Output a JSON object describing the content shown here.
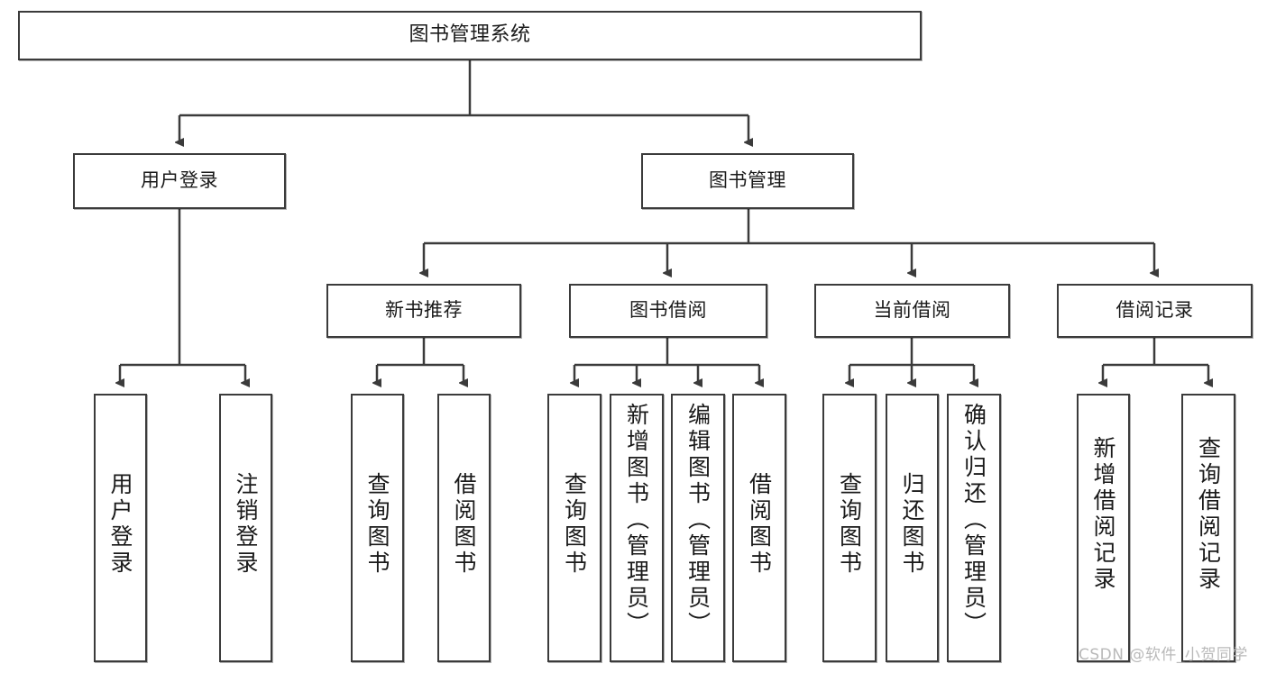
{
  "diagram": {
    "type": "tree-hierarchy-chart",
    "title_node": "图书管理系统",
    "watermark": "CSDN @软件_小贺同学",
    "colors": {
      "box_border": "#3b3b3b",
      "box_fill": "#ffffff",
      "connector": "#3b3b3b",
      "text": "#1a1a1a",
      "watermark": "#b9b9b9"
    },
    "levels": {
      "level1": [
        {
          "id": "root",
          "label": "图书管理系统",
          "orientation": "horizontal"
        }
      ],
      "level2": [
        {
          "id": "user-login",
          "label": "用户登录",
          "orientation": "horizontal"
        },
        {
          "id": "book-manage",
          "label": "图书管理",
          "orientation": "horizontal"
        }
      ],
      "level3": [
        {
          "id": "new-book-recommend",
          "label": "新书推荐",
          "orientation": "horizontal"
        },
        {
          "id": "book-borrow",
          "label": "图书借阅",
          "orientation": "horizontal"
        },
        {
          "id": "current-borrow",
          "label": "当前借阅",
          "orientation": "horizontal"
        },
        {
          "id": "borrow-record",
          "label": "借阅记录",
          "orientation": "horizontal"
        }
      ],
      "level4": [
        {
          "id": "leaf-user-login",
          "label": "用户登录",
          "parent": "user-login",
          "orientation": "vertical"
        },
        {
          "id": "leaf-logout-login",
          "label": "注销登录",
          "parent": "user-login",
          "orientation": "vertical"
        },
        {
          "id": "leaf-query-book-1",
          "label": "查询图书",
          "parent": "new-book-recommend",
          "orientation": "vertical"
        },
        {
          "id": "leaf-borrow-book-1",
          "label": "借阅图书",
          "parent": "new-book-recommend",
          "orientation": "vertical"
        },
        {
          "id": "leaf-query-book-2",
          "label": "查询图书",
          "parent": "book-borrow",
          "orientation": "vertical"
        },
        {
          "id": "leaf-add-book-admin",
          "label": "新增图书（管理员）",
          "parent": "book-borrow",
          "orientation": "vertical"
        },
        {
          "id": "leaf-edit-book-admin",
          "label": "编辑图书（管理员）",
          "parent": "book-borrow",
          "orientation": "vertical"
        },
        {
          "id": "leaf-borrow-book-2",
          "label": "借阅图书",
          "parent": "book-borrow",
          "orientation": "vertical"
        },
        {
          "id": "leaf-query-book-3",
          "label": "查询图书",
          "parent": "current-borrow",
          "orientation": "vertical"
        },
        {
          "id": "leaf-return-book",
          "label": "归还图书",
          "parent": "current-borrow",
          "orientation": "vertical"
        },
        {
          "id": "leaf-confirm-return-admin",
          "label": "确认归还（管理员）",
          "parent": "current-borrow",
          "orientation": "vertical"
        },
        {
          "id": "leaf-add-borrow-record",
          "label": "新增借阅记录",
          "parent": "borrow-record",
          "orientation": "vertical"
        },
        {
          "id": "leaf-query-borrow-record",
          "label": "查询借阅记录",
          "parent": "borrow-record",
          "orientation": "vertical"
        }
      ]
    }
  }
}
